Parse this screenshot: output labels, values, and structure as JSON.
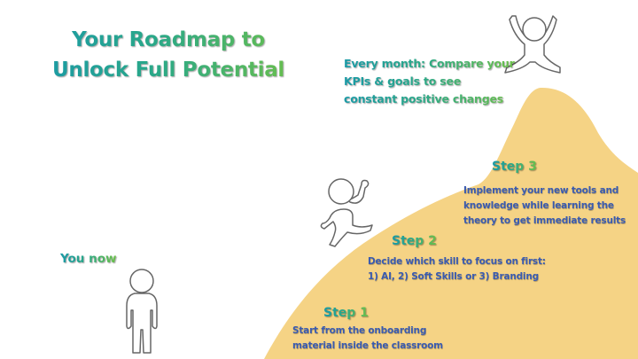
{
  "title": {
    "line1": "Your Roadmap to",
    "line2": "Unlock Full Potential"
  },
  "monthly_goal": {
    "line1": "Every month: Compare your",
    "line2": "KPIs & goals to see",
    "line3": "constant positive changes"
  },
  "you_now": "You now",
  "steps": [
    {
      "title": "Step 1",
      "lines": [
        "Start from the onboarding",
        "material inside the classroom"
      ]
    },
    {
      "title": "Step 2",
      "lines": [
        "Decide which skill to focus on first:",
        "1) AI, 2) Soft Skills or 3) Branding"
      ]
    },
    {
      "title": "Step 3",
      "lines": [
        "Implement your new tools and",
        "knowledge while learning the",
        "theory to get immediate results"
      ]
    }
  ],
  "colors": {
    "mountain": "#f5d385",
    "gradient_start": "#1a9aa6",
    "gradient_end": "#6cc04a",
    "step_text": "#3a5bb0",
    "figure_stroke": "#555555"
  },
  "icons": [
    "standing-person-icon",
    "climbing-person-icon",
    "celebrating-person-icon",
    "mountain-shape"
  ]
}
